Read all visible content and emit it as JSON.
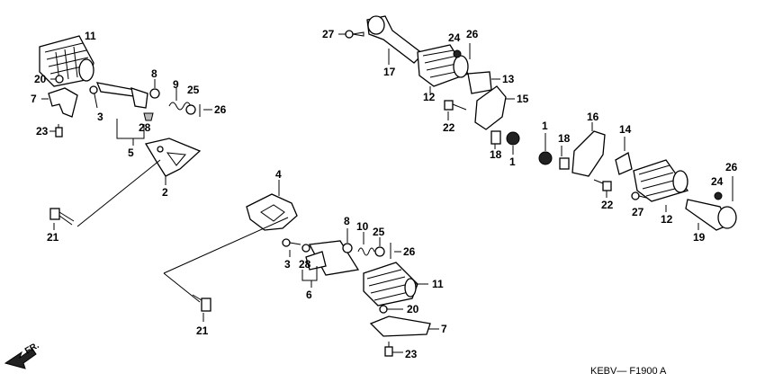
{
  "diagram": {
    "code": "KEBV— F1900 A",
    "direction_label": "FR.",
    "callouts": [
      "11",
      "20",
      "7",
      "23",
      "3",
      "8",
      "9",
      "25",
      "26",
      "28",
      "5",
      "2",
      "21",
      "27",
      "17",
      "24",
      "26",
      "12",
      "13",
      "15",
      "22",
      "18",
      "1",
      "16",
      "18",
      "1",
      "14",
      "26",
      "24",
      "12",
      "22",
      "27",
      "19",
      "4",
      "8",
      "10",
      "25",
      "26",
      "3",
      "28",
      "6",
      "11",
      "20",
      "7",
      "23",
      "21"
    ]
  }
}
